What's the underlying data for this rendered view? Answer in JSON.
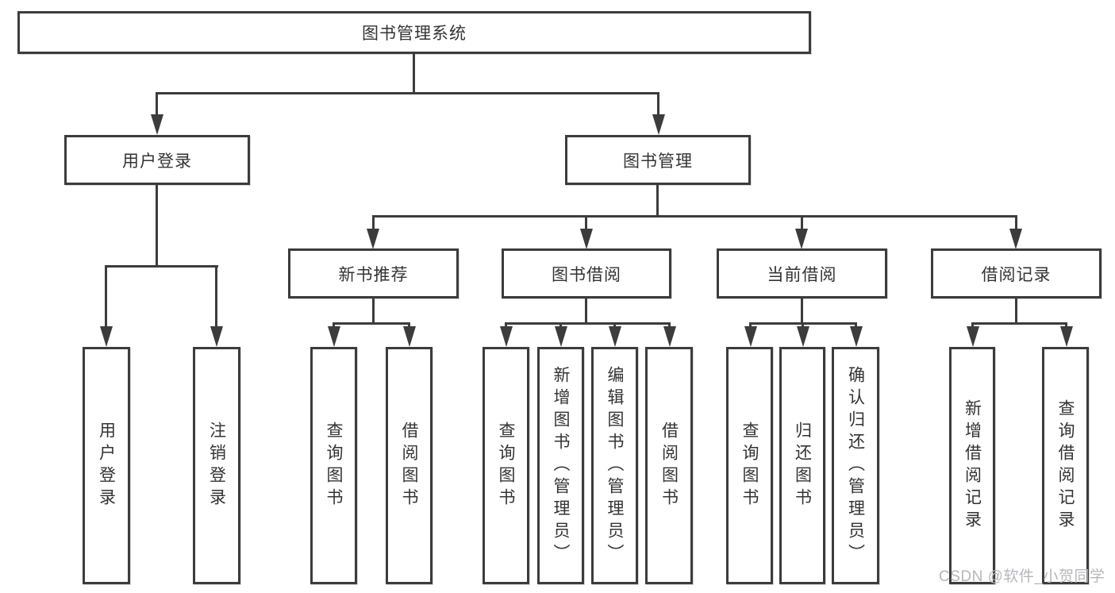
{
  "diagram": {
    "type": "tree",
    "tree": {
      "root": {
        "label": "图书管理系统"
      },
      "branches": [
        {
          "label": "用户登录",
          "children": [
            {
              "label": "用户登录"
            },
            {
              "label": "注销登录"
            }
          ]
        },
        {
          "label": "图书管理",
          "children": [
            {
              "label": "新书推荐",
              "children": [
                {
                  "label": "查询图书"
                },
                {
                  "label": "借阅图书"
                }
              ]
            },
            {
              "label": "图书借阅",
              "children": [
                {
                  "label": "查询图书"
                },
                {
                  "label": "新增图书（管理员）"
                },
                {
                  "label": "编辑图书（管理员）"
                },
                {
                  "label": "借阅图书"
                }
              ]
            },
            {
              "label": "当前借阅",
              "children": [
                {
                  "label": "查询图书"
                },
                {
                  "label": "归还图书"
                },
                {
                  "label": "确认归还（管理员）"
                }
              ]
            },
            {
              "label": "借阅记录",
              "children": [
                {
                  "label": "新增借阅记录"
                },
                {
                  "label": "查询借阅记录"
                }
              ]
            }
          ]
        }
      ]
    },
    "colors": {
      "line": "#3c3c3c",
      "box_border": "#3c3c3c",
      "box_fill": "#ffffff",
      "text": "#333333",
      "watermark": "#b4b7bc",
      "background": "#ffffff"
    }
  },
  "watermark": {
    "text": "CSDN @软件_小贺同学"
  }
}
